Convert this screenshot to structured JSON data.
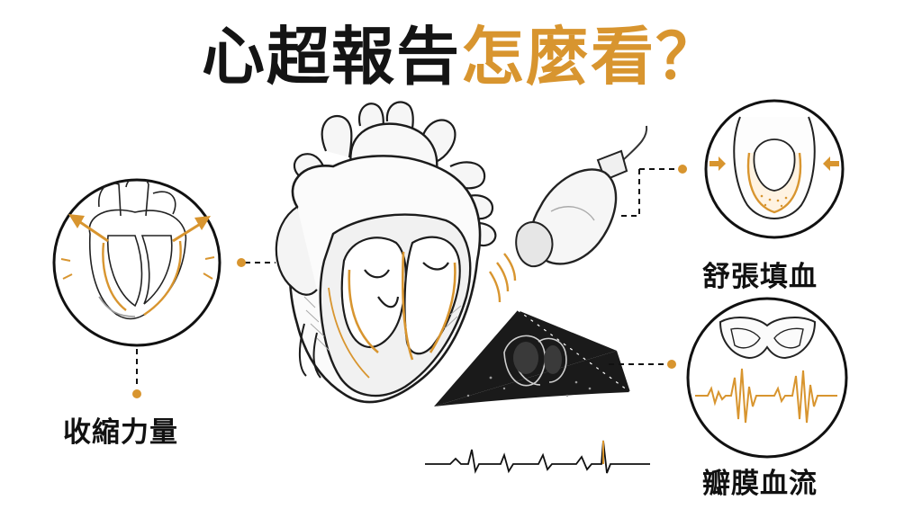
{
  "title": {
    "part1": "心超報告",
    "part2": "怎麼看？"
  },
  "labels": {
    "contraction": "收縮力量",
    "diastolic": "舒張填血",
    "valve": "瓣膜血流"
  },
  "colors": {
    "accent": "#d8952f",
    "ink": "#141414",
    "echo_bg": "#1a1a1a"
  },
  "icons": [
    "heart-illustration",
    "ultrasound-probe-icon",
    "echo-image",
    "ecg-trace-icon"
  ]
}
